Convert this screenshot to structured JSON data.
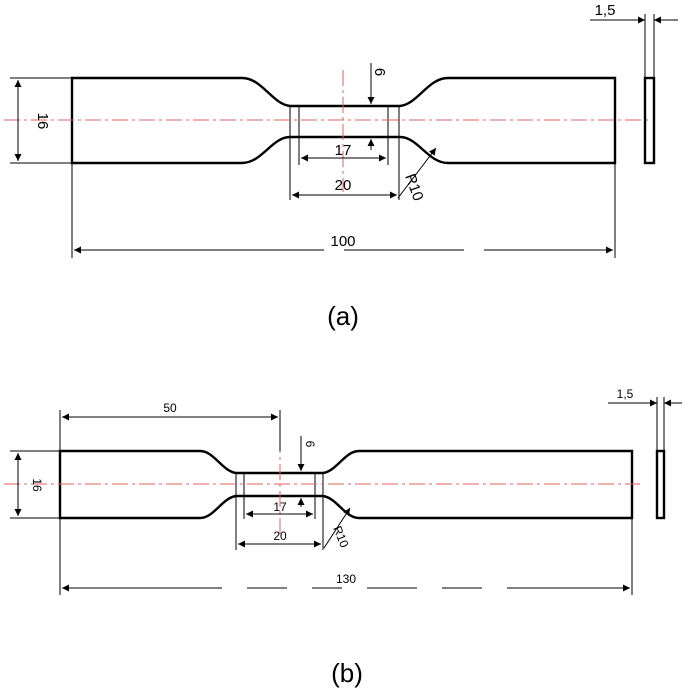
{
  "figure_a": {
    "caption": "(a)",
    "dims": {
      "length": "100",
      "gauge_width": "20",
      "gauge_length": "17",
      "neck": "6",
      "radius": "R10",
      "width": "16",
      "thickness": "1,5"
    }
  },
  "figure_b": {
    "caption": "(b)",
    "dims": {
      "length": "130",
      "half_length": "50",
      "gauge_width": "20",
      "gauge_length": "17",
      "neck": "6",
      "radius": "R10",
      "width": "16",
      "thickness": "1,5"
    }
  },
  "colors": {
    "outline": "#000000",
    "centerline": "#e06060"
  }
}
